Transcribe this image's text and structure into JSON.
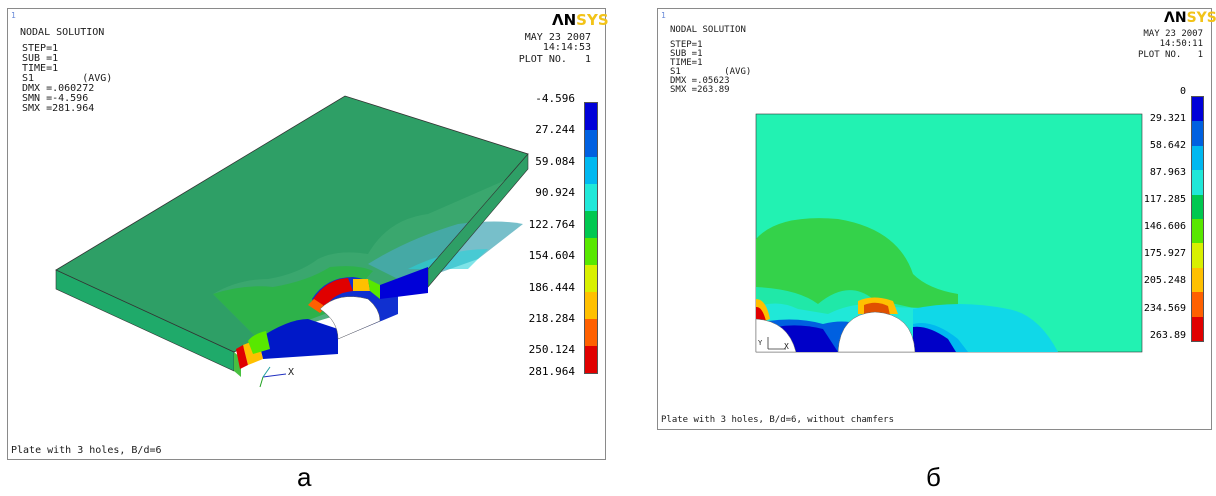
{
  "panel_a": {
    "small_index": "1",
    "logo_an": "ΛN",
    "logo_sys": "SYS",
    "title": "NODAL SOLUTION",
    "params": [
      "STEP=1",
      "SUB =1",
      "TIME=1",
      "S1        (AVG)",
      "DMX =.060272",
      "SMN =-4.596",
      "SMX =281.964"
    ],
    "date": "MAY 23 2007",
    "time": "14:14:53",
    "plot_no": "PLOT NO.   1",
    "legend_values": [
      "-4.596",
      "27.244",
      "59.084",
      "90.924",
      "122.764",
      "154.604",
      "186.444",
      "218.284",
      "250.124",
      "281.964"
    ],
    "legend_colors": [
      "#0000d8",
      "#0060e0",
      "#00b8f0",
      "#20e8d8",
      "#00c850",
      "#58e800",
      "#d8f000",
      "#ffc000",
      "#ff6000",
      "#e00000"
    ],
    "footer": "Plate with 3 holes, B/d=6",
    "axis_x": "X"
  },
  "panel_b": {
    "small_index": "1",
    "logo_an": "ΛN",
    "logo_sys": "SYS",
    "title": "NODAL SOLUTION",
    "params": [
      "STEP=1",
      "SUB =1",
      "TIME=1",
      "S1        (AVG)",
      "DMX =.05623",
      "SMX =263.89"
    ],
    "date": "MAY 23 2007",
    "time": "14:50:11",
    "plot_no": "PLOT NO.   1",
    "legend_values": [
      "0",
      "29.321",
      "58.642",
      "87.963",
      "117.285",
      "146.606",
      "175.927",
      "205.248",
      "234.569",
      "263.89"
    ],
    "legend_colors": [
      "#0000d8",
      "#0060e0",
      "#00b8f0",
      "#20e8d8",
      "#00c850",
      "#58e800",
      "#d8f000",
      "#ffc000",
      "#ff6000",
      "#e00000"
    ],
    "footer": "Plate with 3 holes, B/d=6, without chamfers",
    "axis_x": "X",
    "axis_y": "Y"
  },
  "captions": {
    "a": "а",
    "b": "б"
  }
}
